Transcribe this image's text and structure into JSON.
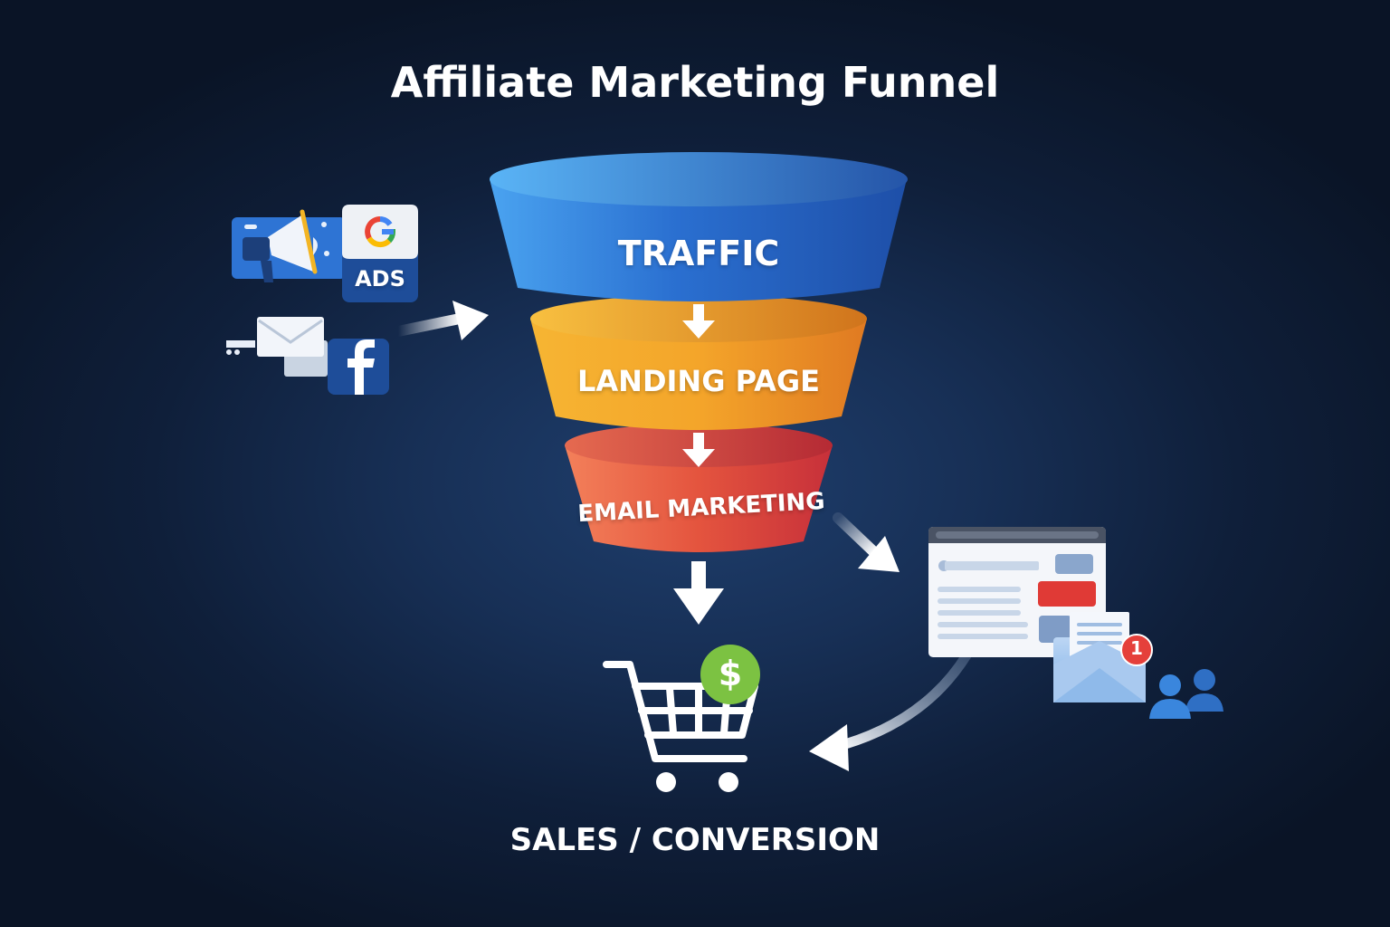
{
  "title": "Affiliate Marketing Funnel",
  "funnel": {
    "stages": [
      {
        "label": "TRAFFIC",
        "color": "#2f72d4"
      },
      {
        "label": "LANDING PAGE",
        "color": "#f0a028"
      },
      {
        "label": "EMAIL MARKETING",
        "color": "#e0483c"
      }
    ]
  },
  "sources": {
    "ads_badge": "ADS",
    "icons": [
      "megaphone-icon",
      "google-ads-icon",
      "email-icon",
      "facebook-icon"
    ]
  },
  "followup": {
    "notification_count": "1",
    "icons": [
      "webpage-icon",
      "open-email-icon",
      "users-icon"
    ]
  },
  "conversion": {
    "label": "SALES / CONVERSION",
    "badge": "$",
    "icons": [
      "shopping-cart-icon",
      "dollar-icon"
    ]
  }
}
